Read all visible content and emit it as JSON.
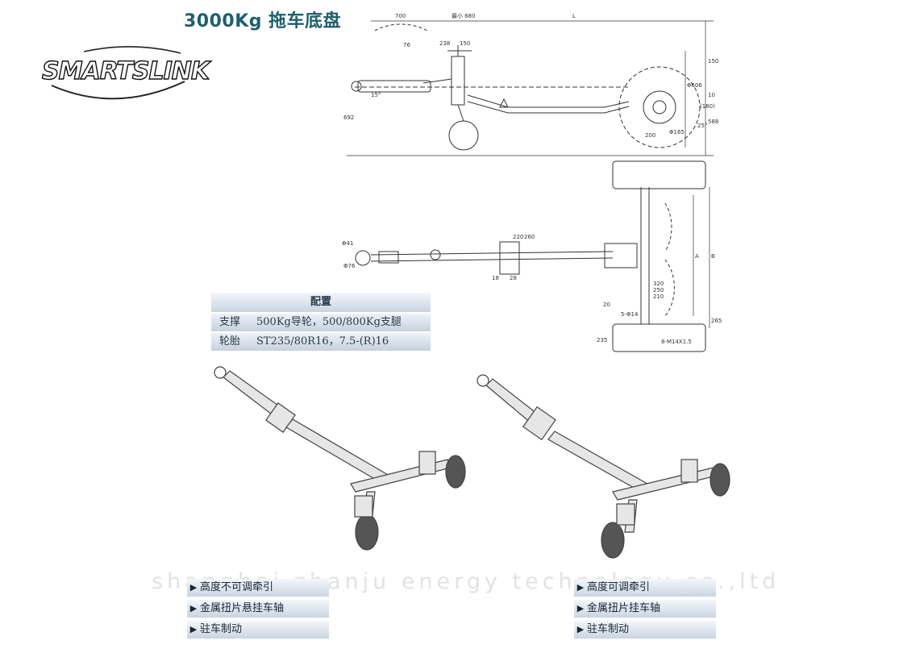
{
  "title": "3000Kg  拖车底盘",
  "logo": {
    "text": "SMARTSLINK"
  },
  "drawing_top": {
    "dims": [
      "700",
      "最小 680",
      "L",
      "238",
      "150",
      "76",
      "15°",
      "25°",
      "Φ606",
      "Φ165",
      "(180)",
      "200",
      "588",
      "692",
      "150",
      "10"
    ]
  },
  "drawing_mid": {
    "dims": [
      "Φ41",
      "Φ76",
      "220",
      "260",
      "18",
      "28",
      "A",
      "B",
      "320",
      "250",
      "210",
      "20",
      "265",
      "235",
      "5-Φ14",
      "8-M14X1.5"
    ]
  },
  "config": {
    "header": "配置",
    "rows": [
      {
        "key": "支撑",
        "value": "500Kg导轮，500/800Kg支腿"
      },
      {
        "key": "轮胎",
        "value": "ST235/80R16，7.5-(R)16"
      }
    ]
  },
  "features_left": [
    "高度不可调牵引",
    "金属扭片悬挂车轴",
    "驻车制动"
  ],
  "features_right": [
    "高度可调牵引",
    "金属扭片挂车轴",
    "驻车制动"
  ],
  "watermark": "shanghai zhanju energy technology co.,ltd",
  "colors": {
    "title": "#1f5f6e",
    "line": "#333333",
    "panel": "#c9d4e1"
  }
}
